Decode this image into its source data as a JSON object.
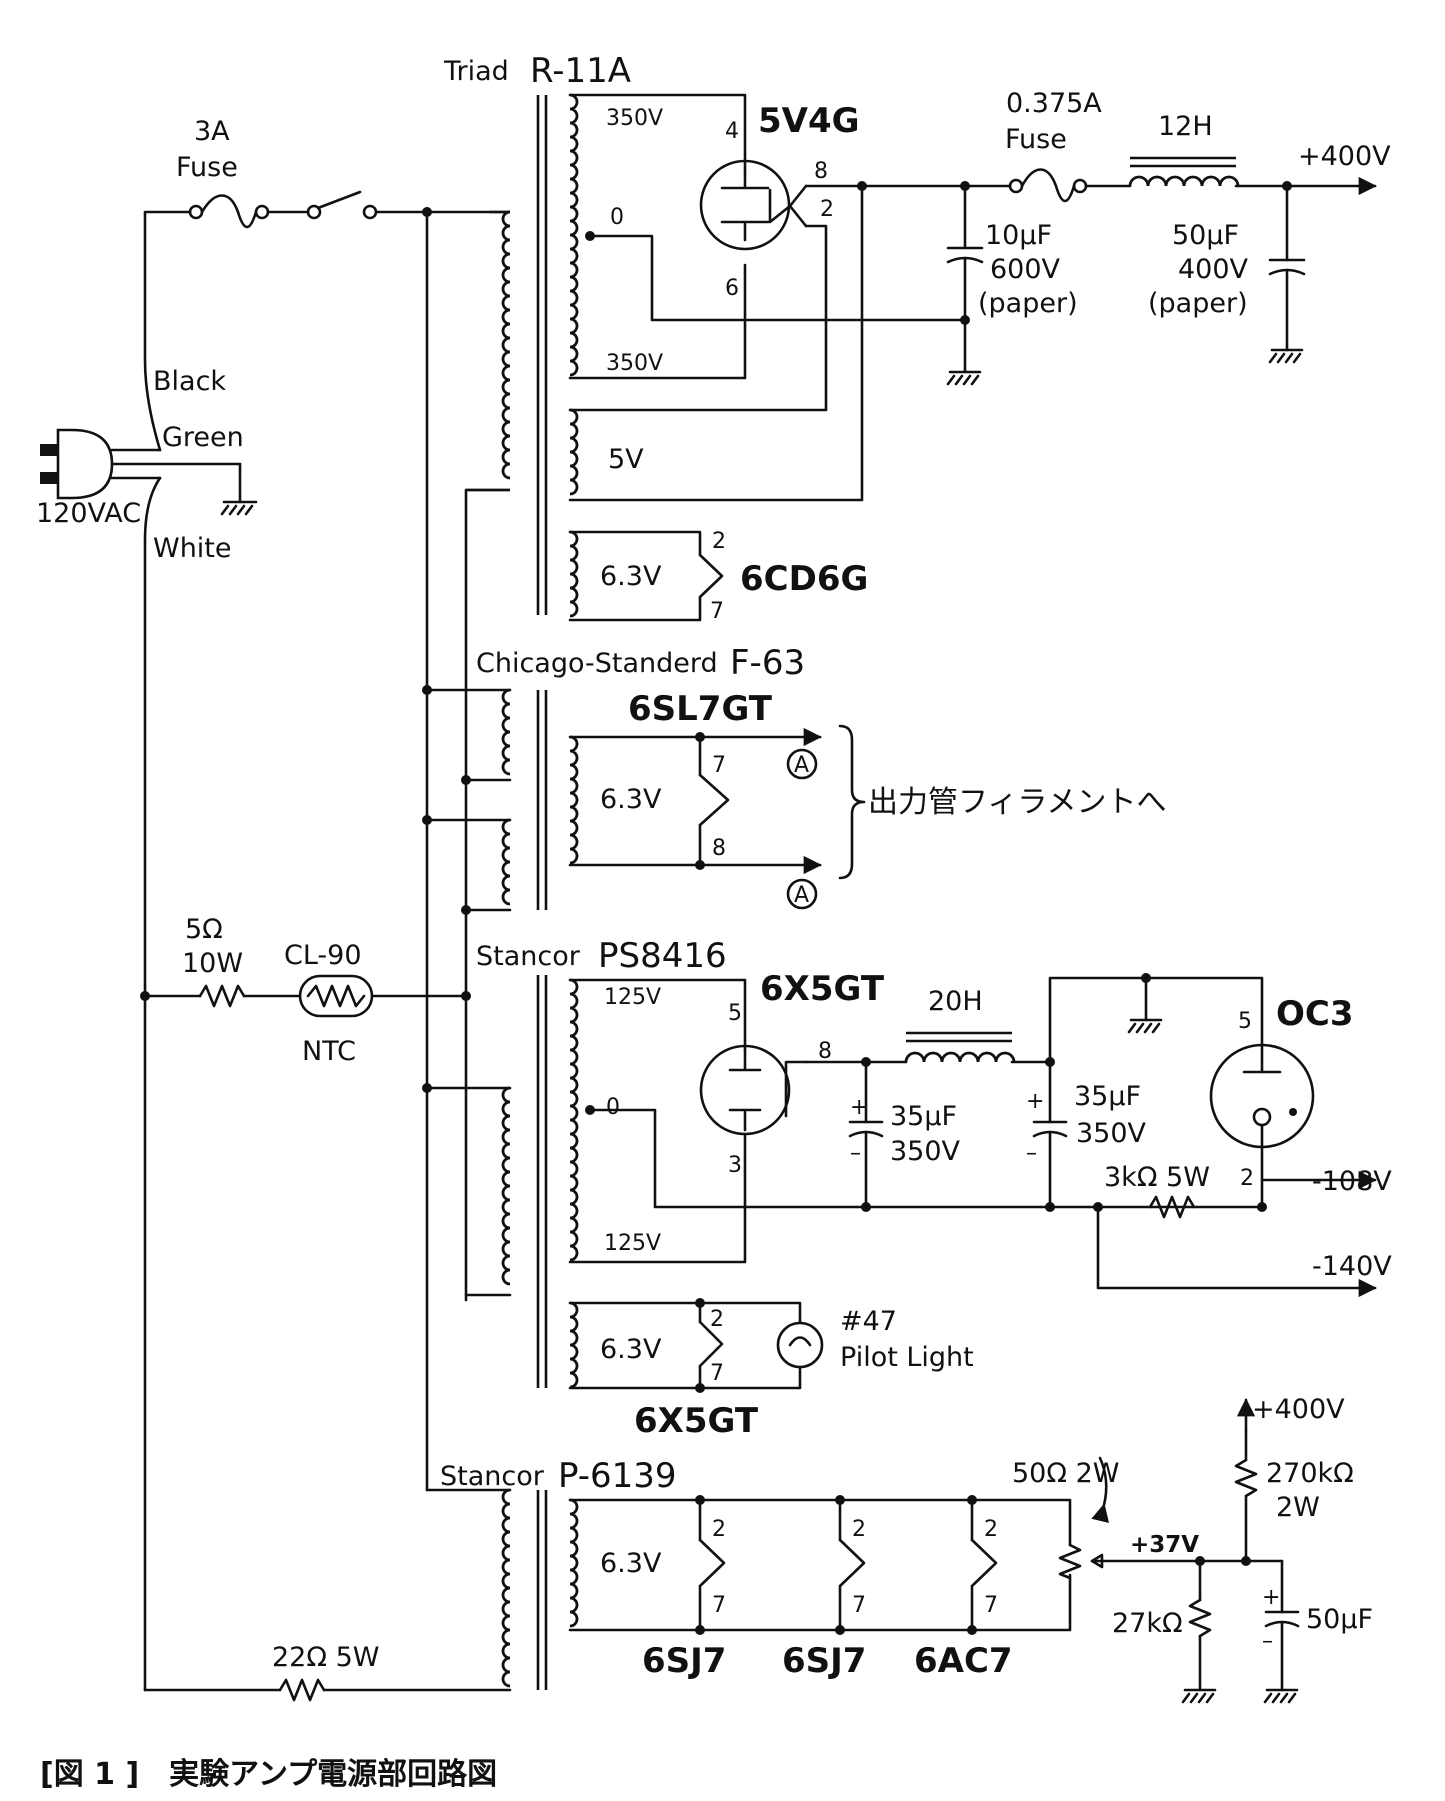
{
  "title": "Triad",
  "transformers": {
    "t1_brand": "Triad",
    "t1_model": "R-11A",
    "t2_brand": "Chicago-Standerd",
    "t2_model": "F-63",
    "t3_brand": "Stancor",
    "t3_model": "PS8416",
    "t4_brand": "Stancor",
    "t4_model": "P-6139"
  },
  "mains": {
    "fuse_value": "3A",
    "fuse_label": "Fuse",
    "wire_black": "Black",
    "wire_green": "Green",
    "wire_white": "White",
    "plug_label": "120VAC",
    "r1_value": "5Ω",
    "r1_power": "10W",
    "ntc_part": "CL-90",
    "ntc_label": "NTC",
    "r2_label": "22Ω 5W"
  },
  "hv_supply": {
    "sec_top": "350V",
    "sec_ct": "0",
    "sec_bot": "350V",
    "rect_tube": "5V4G",
    "pin4": "4",
    "pin6": "6",
    "pin8": "8",
    "pin2": "2",
    "fil_5v": "5V",
    "fuse_value": "0.375A",
    "fuse_label": "Fuse",
    "choke": "12H",
    "c1_value": "10μF",
    "c1_voltage": "600V",
    "c1_type": "(paper)",
    "c2_value": "50μF",
    "c2_voltage": "400V",
    "c2_type": "(paper)",
    "output": "+400V"
  },
  "heater_6cd6": {
    "voltage": "6.3V",
    "tube": "6CD6G",
    "pin_top": "2",
    "pin_bot": "7"
  },
  "heater_6sl7": {
    "tube": "6SL7GT",
    "voltage": "6.3V",
    "pin_top": "7",
    "pin_bot": "8",
    "marker_a": "A",
    "note": "出力管フィラメントへ"
  },
  "bias_supply": {
    "sec_top": "125V",
    "sec_ct": "0",
    "sec_bot": "125V",
    "rect_tube": "6X5GT",
    "pin5": "5",
    "pin8": "8",
    "pin3": "3",
    "choke": "20H",
    "c1_value": "35μF",
    "c1_voltage": "350V",
    "c2_value": "35μF",
    "c2_voltage": "350V",
    "regulator": "OC3",
    "reg_pin5": "5",
    "reg_pin2": "2",
    "resistor": "3kΩ 5W",
    "out1": "-108V",
    "out2": "-140V"
  },
  "heater_6x5": {
    "voltage": "6.3V",
    "pin_top": "2",
    "pin_bot": "7",
    "lamp_no": "#47",
    "lamp_label": "Pilot Light",
    "tube": "6X5GT"
  },
  "dc_heater": {
    "voltage": "6.3V",
    "tubes": [
      "6SJ7",
      "6SJ7",
      "6AC7"
    ],
    "pin_top": "2",
    "pin_bot": "7",
    "pot": "50Ω 2W",
    "supply": "+400V",
    "r_top_value": "270kΩ",
    "r_top_power": "2W",
    "bias_voltage": "+37V",
    "r_bot": "27kΩ",
    "cap": "50μF"
  },
  "caption": "[図 1 ]　実験アンプ電源部回路図"
}
